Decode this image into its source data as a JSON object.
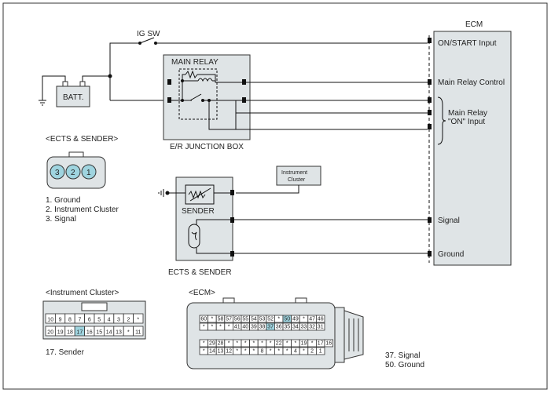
{
  "diagram": {
    "ig_sw": "IG SW",
    "batt": "BATT.",
    "main_relay": "MAIN RELAY",
    "er_junction_box": "E/R JUNCTION BOX",
    "ecm": "ECM",
    "ecm_pins": {
      "on_start": "ON/START Input",
      "main_relay_control": "Main Relay Control",
      "main_relay_on_line1": "Main Relay",
      "main_relay_on_line2": "\"ON\" Input",
      "signal": "Signal",
      "ground": "Ground"
    },
    "instrument_cluster_box": [
      "Instrument",
      "Cluster"
    ],
    "sender": "SENDER",
    "ects_sender": "ECTS & SENDER"
  },
  "ects_connector": {
    "title": "<ECTS & SENDER>",
    "pins": [
      "3",
      "2",
      "1"
    ],
    "legend": [
      "1. Ground",
      "2. Instrument Cluster",
      "3. Signal"
    ]
  },
  "cluster_connector": {
    "title": "<Instrument Cluster>",
    "row1": [
      "10",
      "9",
      "8",
      "7",
      "6",
      "5",
      "4",
      "3",
      "2",
      "*"
    ],
    "row2": [
      "20",
      "19",
      "18",
      "17",
      "16",
      "15",
      "14",
      "13",
      "*",
      "11"
    ],
    "legend": "17. Sender"
  },
  "ecm_connector": {
    "title": "<ECM>",
    "row1": [
      "60",
      "*",
      "58",
      "57",
      "56",
      "55",
      "54",
      "53",
      "52",
      "*",
      "50",
      "49",
      "*",
      "47",
      "46"
    ],
    "row2": [
      "*",
      "*",
      "*",
      "*",
      "41",
      "40",
      "39",
      "38",
      "37",
      "36",
      "35",
      "34",
      "33",
      "32",
      "31"
    ],
    "row3": [
      "*",
      "29",
      "28",
      "*",
      "*",
      "*",
      "*",
      "*",
      "*",
      "22",
      "*",
      "*",
      "19",
      "*",
      "17",
      "16"
    ],
    "row4": [
      "*",
      "14",
      "13",
      "12",
      "*",
      "*",
      "*",
      "8",
      "*",
      "*",
      "*",
      "4",
      "*",
      "2",
      "1"
    ],
    "legend": [
      "37. Signal",
      "50. Ground"
    ]
  }
}
